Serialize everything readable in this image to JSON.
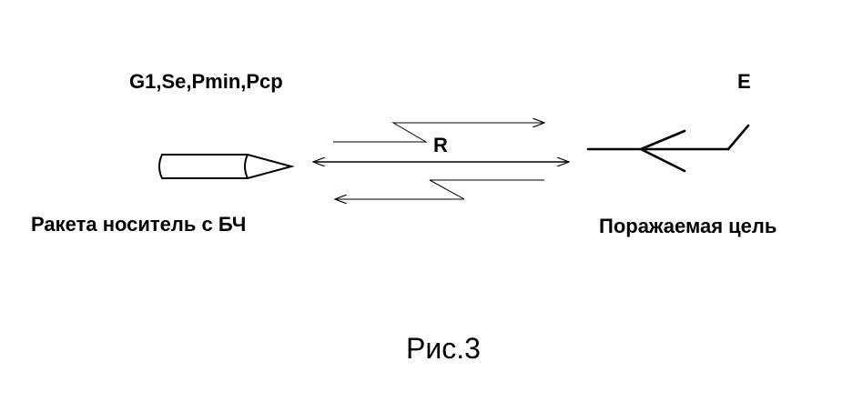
{
  "diagram": {
    "parameters_label": "G1,Se,Pmin,Pcp",
    "target_parameter_label": "E",
    "range_label": "R",
    "missile_label": "Ракета носитель с БЧ",
    "target_label": "Поражаемая цель",
    "caption": "Рис.3"
  },
  "colors": {
    "ink": "#000000",
    "background": "#ffffff"
  }
}
